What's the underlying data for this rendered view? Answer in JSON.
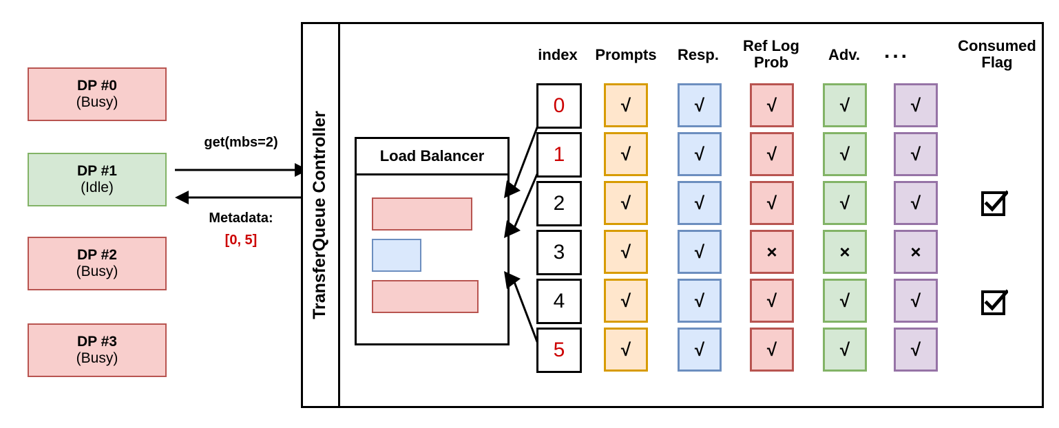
{
  "left_panel": {
    "dp_nodes": [
      {
        "name": "DP #0",
        "state": "(Busy)",
        "status": "busy"
      },
      {
        "name": "DP #1",
        "state": "(Idle)",
        "status": "idle"
      },
      {
        "name": "DP #2",
        "state": "(Busy)",
        "status": "busy"
      },
      {
        "name": "DP #3",
        "state": "(Busy)",
        "status": "busy"
      }
    ]
  },
  "arrows": {
    "request_label": "get(mbs=2)",
    "response_label": "Metadata:",
    "response_value": "[0, 5]"
  },
  "controller": {
    "title": "TransferQueue Controller",
    "load_balancer": {
      "title": "Load Balancer",
      "bars": [
        {
          "color": "red",
          "width": 146
        },
        {
          "color": "blue",
          "width": 72
        },
        {
          "color": "red",
          "width": 155
        }
      ]
    }
  },
  "table": {
    "headers": [
      {
        "key": "index",
        "label": "index"
      },
      {
        "key": "prompts",
        "label": "Prompts"
      },
      {
        "key": "resp",
        "label": "Resp."
      },
      {
        "key": "ref_log_prob",
        "label": "Ref Log\nProb"
      },
      {
        "key": "adv",
        "label": "Adv."
      },
      {
        "key": "more",
        "label": "..."
      },
      {
        "key": "consumed_flag",
        "label": "Consumed\nFlag"
      }
    ],
    "column_colors": {
      "prompts": "#d79b00",
      "resp": "#6c8ebf",
      "ref_log_prob": "#b85450",
      "adv": "#82b366",
      "more": "#9673a6"
    },
    "rows": [
      {
        "index": "0",
        "index_highlight": true,
        "prompts": "√",
        "resp": "√",
        "ref_log_prob": "√",
        "adv": "√",
        "more": "√",
        "consumed": false
      },
      {
        "index": "1",
        "index_highlight": true,
        "prompts": "√",
        "resp": "√",
        "ref_log_prob": "√",
        "adv": "√",
        "more": "√",
        "consumed": false
      },
      {
        "index": "2",
        "index_highlight": false,
        "prompts": "√",
        "resp": "√",
        "ref_log_prob": "√",
        "adv": "√",
        "more": "√",
        "consumed": true
      },
      {
        "index": "3",
        "index_highlight": false,
        "prompts": "√",
        "resp": "√",
        "ref_log_prob": "×",
        "adv": "×",
        "more": "×",
        "consumed": false
      },
      {
        "index": "4",
        "index_highlight": false,
        "prompts": "√",
        "resp": "√",
        "ref_log_prob": "√",
        "adv": "√",
        "more": "√",
        "consumed": true
      },
      {
        "index": "5",
        "index_highlight": true,
        "prompts": "√",
        "resp": "√",
        "ref_log_prob": "√",
        "adv": "√",
        "more": "√",
        "consumed": false
      }
    ]
  },
  "colors": {
    "busy_fill": "#f8cecc",
    "busy_border": "#b85450",
    "idle_fill": "#d5e8d4",
    "idle_border": "#82b366",
    "highlight_text": "#cc0000"
  }
}
